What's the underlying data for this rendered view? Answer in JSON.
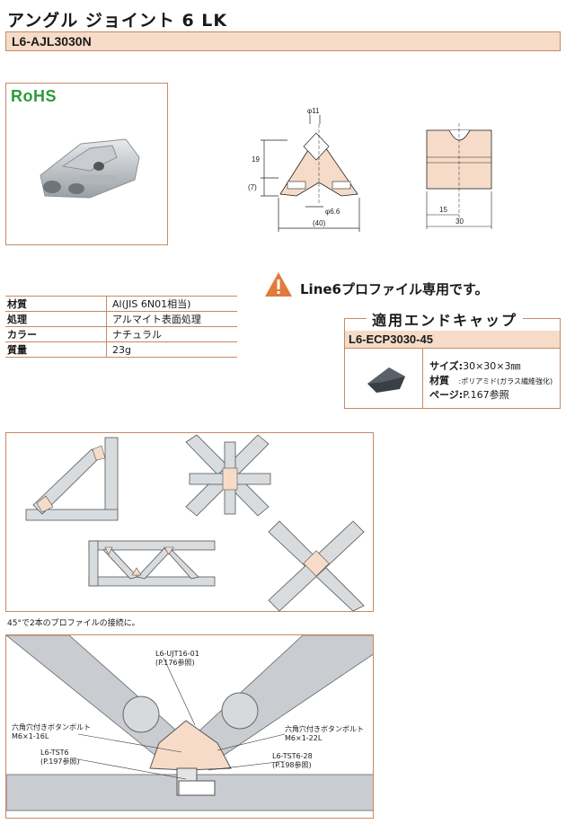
{
  "header": {
    "title": "アングル ジョイント 6 LK",
    "code": "L6-AJL3030N"
  },
  "product_photo": {
    "logo_text": "RoHS"
  },
  "dimensions": {
    "top_dia": "φ11",
    "height_19": "19",
    "height_7": "(7)",
    "bottom_dia": "φ6.6",
    "width_40": "(40)",
    "side_15": "15",
    "side_30": "30"
  },
  "specs": [
    {
      "label": "材質",
      "value": "Al(JIS 6N01相当)"
    },
    {
      "label": "処理",
      "value": "アルマイト表面処理"
    },
    {
      "label": "カラー",
      "value": "ナチュラル"
    },
    {
      "label": "質量",
      "value": "23g"
    }
  ],
  "warning": {
    "text": "Line6プロファイル専用です。",
    "icon": "warning-triangle-icon",
    "color": "#e07b3a"
  },
  "end_cap": {
    "heading": "適用エンドキャップ",
    "code": "L6-ECP3030-45",
    "size_label": "サイズ:",
    "size_value": "30×30×3㎜",
    "material_label": "材質",
    "material_value": ":ポリアミド(ガラス繊維強化)",
    "page_label": "ページ:",
    "page_value": "P.167参照"
  },
  "caption": "45°で2本のプロファイルの接続に。",
  "callouts": {
    "ujt_code": "L6-UJT16-01",
    "ujt_page": "(P.176参照)",
    "bolt_left_name": "六角穴付きボタンボルト",
    "bolt_left_size": "M6×1-16L",
    "bolt_right_name": "六角穴付きボタンボルト",
    "bolt_right_size": "M6×1-22L",
    "tst6_code": "L6-TST6",
    "tst6_page": "(P.197参照)",
    "tst628_code": "L6-TST6-28",
    "tst628_page": "(P.198参照)"
  },
  "colors": {
    "accent_border": "#c58a66",
    "accent_fill": "#f6dcc8",
    "rohs_green": "#2e9a3b"
  }
}
